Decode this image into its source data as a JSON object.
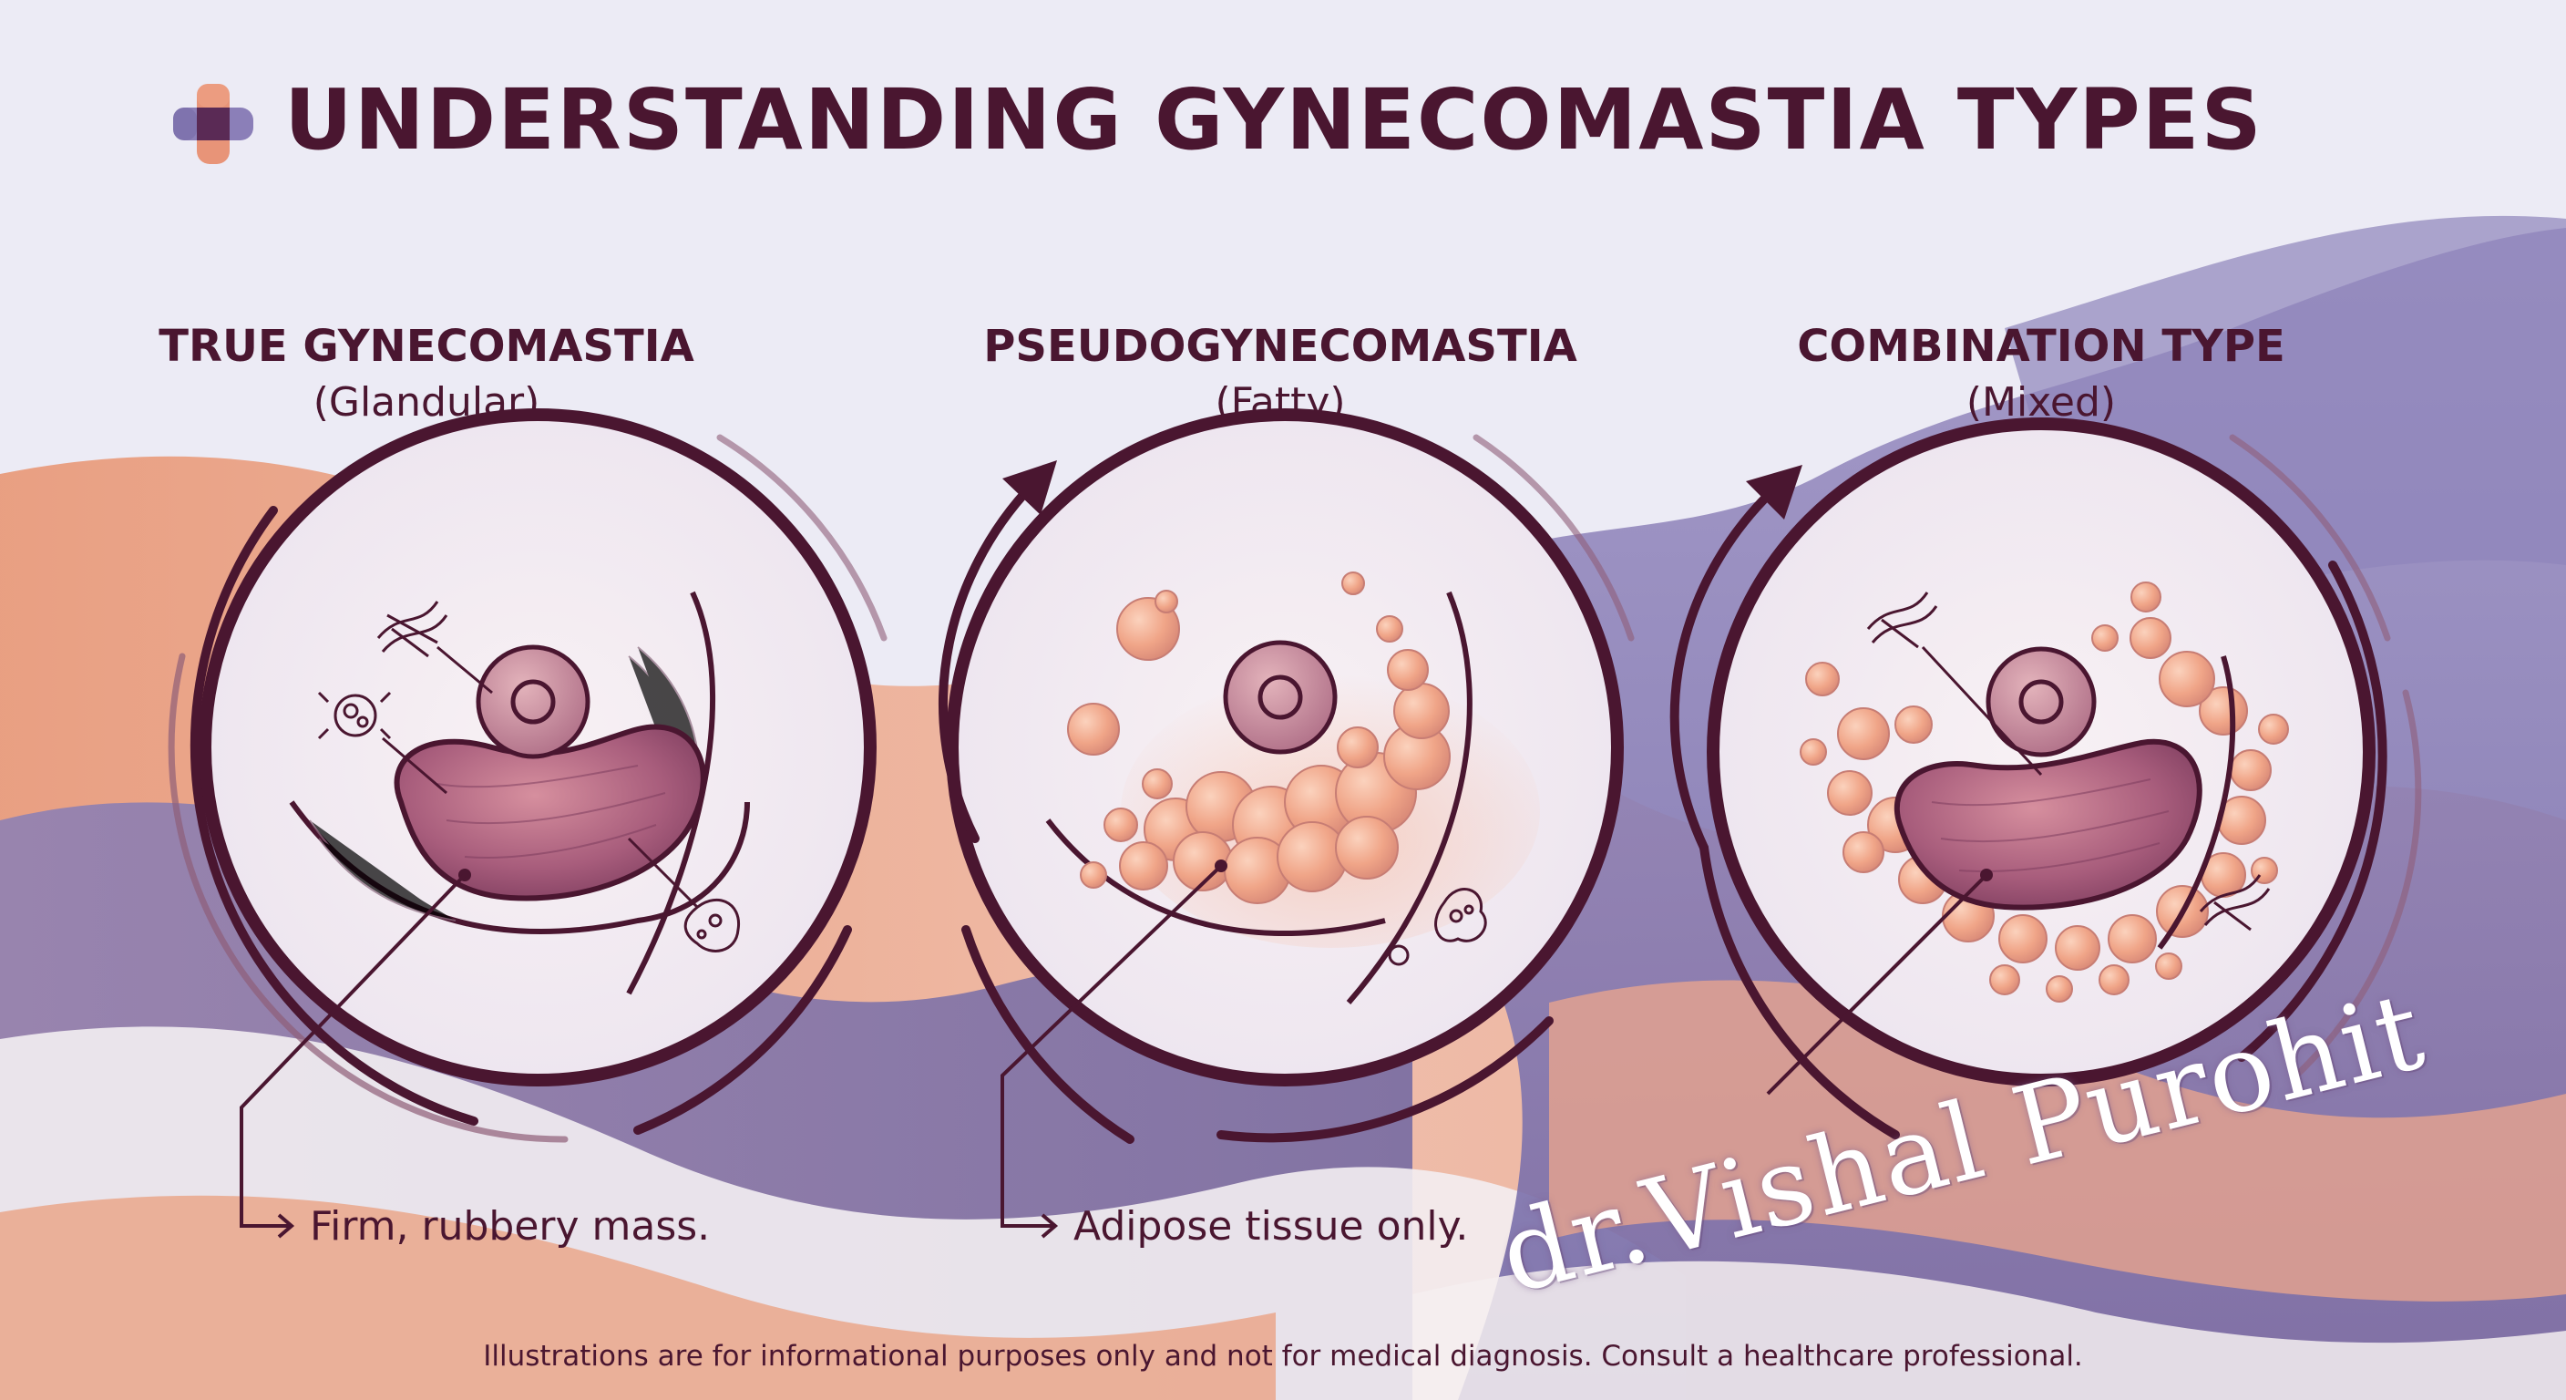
{
  "title": "UNDERSTANDING GYNECOMASTIA TYPES",
  "logo_icon": "medical-cross-icon",
  "colors": {
    "primary": "#4a1630",
    "orange_wave": "#e69a7c",
    "purple_wave": "#7d72aa",
    "background": "#ecebf5",
    "gland": "#9b5070",
    "fat": "#f2a88f"
  },
  "types": [
    {
      "name": "TRUE GYNECOMASTIA",
      "subtitle": "(Glandular)",
      "caption": "Firm, rubbery mass."
    },
    {
      "name": "PSEUDOGYNECOMASTIA",
      "subtitle": "(Fatty)",
      "caption": "Adipose tissue only."
    },
    {
      "name": "COMBINATION TYPE",
      "subtitle": "(Mixed)"
    }
  ],
  "watermark": "dr.Vishal Purohit",
  "disclaimer": "Illustrations are for informational purposes only and not for medical diagnosis. Consult a healthcare professional."
}
